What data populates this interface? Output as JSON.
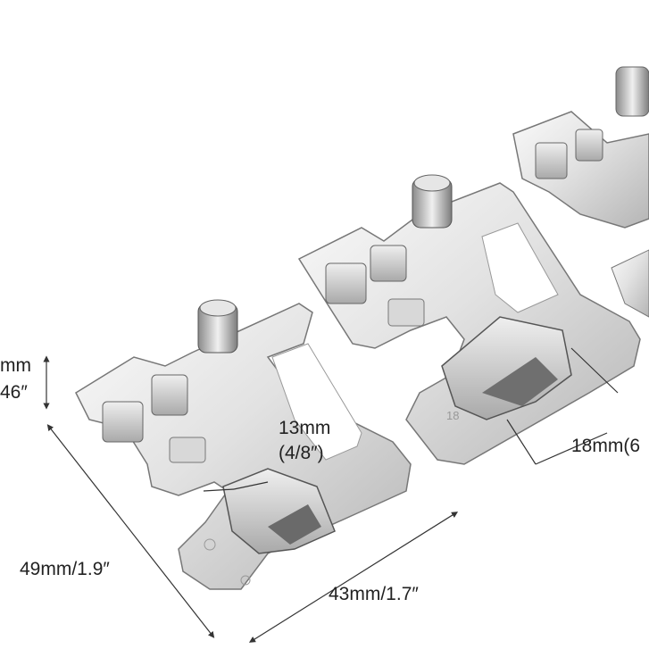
{
  "labels": {
    "left_top_line1": "mm",
    "left_top_line2": "46″",
    "gap_line1": "13mm",
    "gap_line2": "(4/8″)",
    "width_right": "18mm(6",
    "height_left": "49mm/1.9″",
    "width_bottom": "43mm/1.7″"
  },
  "colors": {
    "background": "#ffffff",
    "metal_light": "#f2f2f2",
    "metal_mid": "#c9c9c9",
    "metal_dark": "#7a7a7a",
    "line": "#333333"
  }
}
